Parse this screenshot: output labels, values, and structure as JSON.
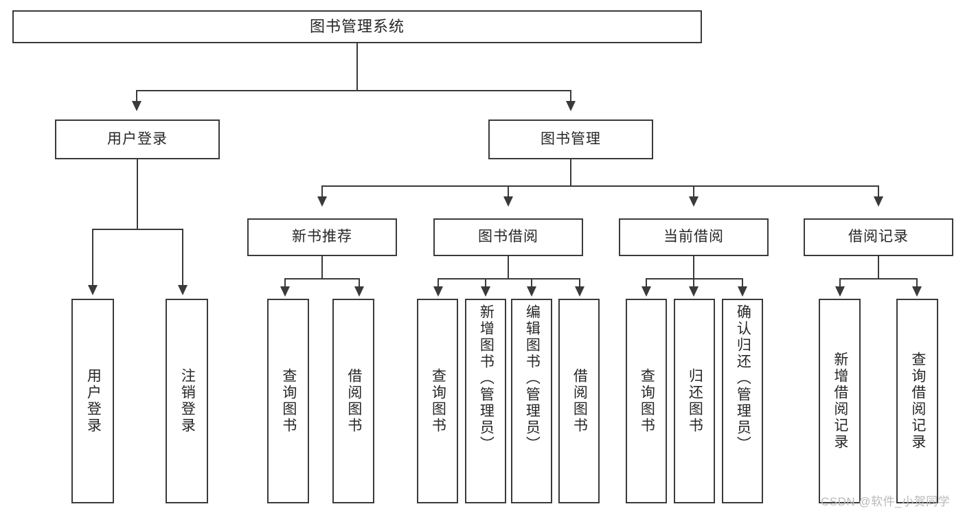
{
  "diagram": {
    "type": "tree",
    "title": "图书管理系统",
    "root": {
      "label": "图书管理系统"
    },
    "level2": [
      {
        "label": "用户登录"
      },
      {
        "label": "图书管理"
      }
    ],
    "level3": [
      {
        "label": "新书推荐"
      },
      {
        "label": "图书借阅"
      },
      {
        "label": "当前借阅"
      },
      {
        "label": "借阅记录"
      }
    ],
    "leaves": {
      "user_login": [
        {
          "label": "用户登录"
        },
        {
          "label": "注销登录"
        }
      ],
      "new_book_recommend": [
        {
          "label": "查询图书"
        },
        {
          "label": "借阅图书"
        }
      ],
      "book_borrow": [
        {
          "label": "查询图书"
        },
        {
          "label": "新增图书（管理员）"
        },
        {
          "label": "编辑图书（管理员）"
        },
        {
          "label": "借阅图书"
        }
      ],
      "current_borrow": [
        {
          "label": "查询图书"
        },
        {
          "label": "归还图书"
        },
        {
          "label": "确认归还（管理员）"
        }
      ],
      "borrow_record": [
        {
          "label": "新增借阅记录"
        },
        {
          "label": "查询借阅记录"
        }
      ]
    }
  },
  "watermark": {
    "text": "CSDN @软件_小贺同学"
  },
  "colors": {
    "border": "#3a3a3a",
    "text": "#262626",
    "background": "#ffffff",
    "watermark": "#b9b9b9"
  }
}
